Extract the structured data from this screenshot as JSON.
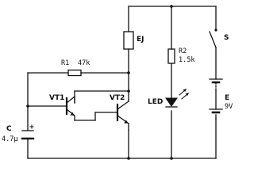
{
  "diagram": {
    "type": "circuit-schematic",
    "components": {
      "relay": {
        "label": "EJ",
        "icon": "relay-coil-icon"
      },
      "r1": {
        "label": "R1",
        "value": "47k",
        "icon": "resistor-icon"
      },
      "r2": {
        "label": "R2",
        "value": "1.5k",
        "icon": "resistor-icon"
      },
      "vt1": {
        "label": "VT1",
        "icon": "npn-transistor-icon"
      },
      "vt2": {
        "label": "VT2",
        "icon": "npn-transistor-icon"
      },
      "led": {
        "label": "LED",
        "icon": "led-icon"
      },
      "switch": {
        "label": "S",
        "icon": "switch-icon"
      },
      "battery": {
        "label": "E",
        "value": "9V",
        "icon": "battery-icon"
      },
      "capacitor": {
        "label": "C",
        "value": "4.7μ",
        "polarity": "+",
        "icon": "electrolytic-capacitor-icon"
      }
    },
    "colors": {
      "ink": "#111111",
      "background": "#ffffff"
    }
  }
}
